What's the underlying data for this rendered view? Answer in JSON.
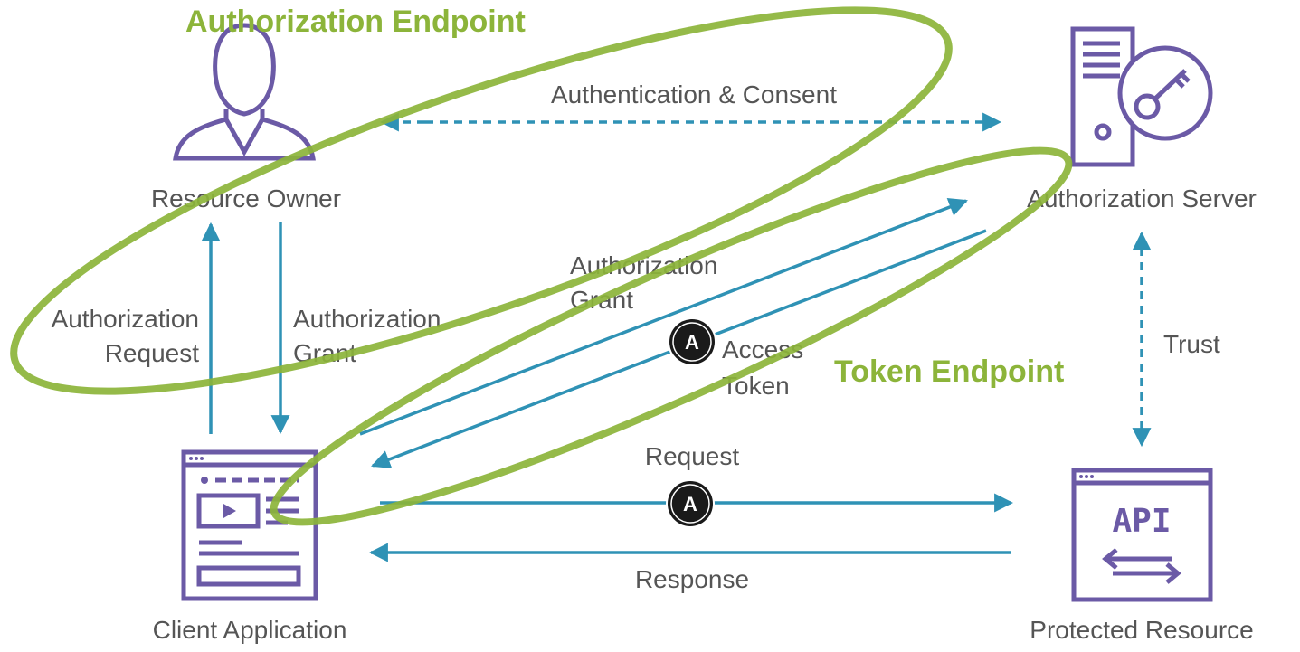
{
  "actors": {
    "resource_owner": "Resource Owner",
    "authorization_server": "Authorization Server",
    "client_application": "Client Application",
    "protected_resource": "Protected Resource"
  },
  "flows": {
    "authentication_consent": "Authentication & Consent",
    "authorization_request_line1": "Authorization",
    "authorization_request_line2": "Request",
    "authorization_grant_left_line1": "Authorization",
    "authorization_grant_left_line2": "Grant",
    "authorization_grant_right_line1": "Authorization",
    "authorization_grant_right_line2": "Grant",
    "access_token_line1": "Access",
    "access_token_line2": "Token",
    "trust": "Trust",
    "request": "Request",
    "response": "Response"
  },
  "endpoints": {
    "authorization_endpoint": "Authorization Endpoint",
    "token_endpoint": "Token Endpoint"
  },
  "api_label": "API",
  "badge_letter": "A",
  "colors": {
    "arrow": "#2f92b5",
    "icon": "#6b5aa6",
    "endpoint_highlight": "#8cb43a",
    "text": "#555555"
  }
}
